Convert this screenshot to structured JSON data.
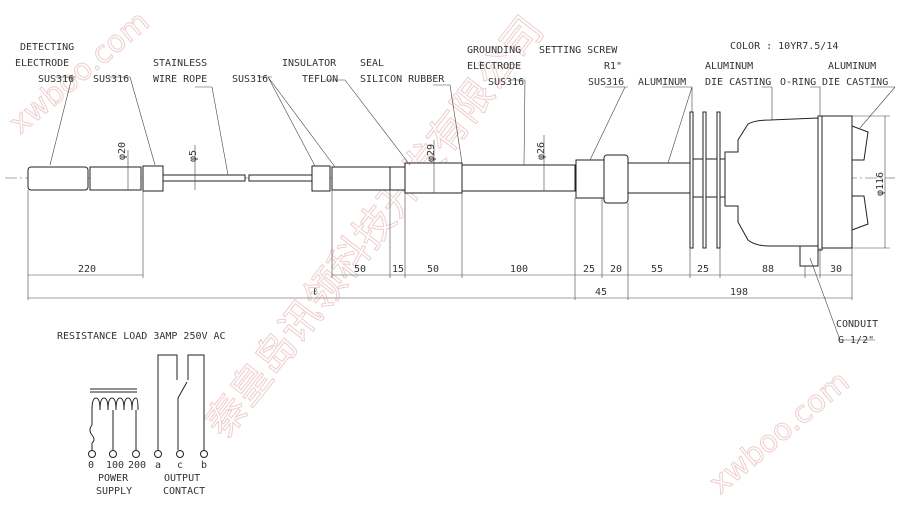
{
  "labels": {
    "detecting_electrode": [
      "DETECTING",
      "ELECTRODE",
      "SUS316"
    ],
    "sus316_a": "SUS316",
    "stainless_wire_rope": [
      "STAINLESS",
      "WIRE ROPE"
    ],
    "sus316_b": "SUS316",
    "insulator": [
      "INSULATOR",
      "TEFLON"
    ],
    "seal": [
      "SEAL",
      "SILICON RUBBER"
    ],
    "grounding_electrode": [
      "GROUNDING",
      "ELECTRODE",
      "SUS316"
    ],
    "setting_screw": [
      "SETTING SCREW",
      "R1\"",
      "SUS316"
    ],
    "aluminum": "ALUMINUM",
    "die_casting_1": [
      "ALUMINUM",
      "DIE CASTING"
    ],
    "o_ring": "O-RING",
    "die_casting_2": [
      "ALUMINUM",
      "DIE CASTING"
    ],
    "color": "COLOR : 10YR7.5/14",
    "conduit": [
      "CONDUIT",
      "G 1/2\""
    ]
  },
  "diameters": {
    "d20": "φ20",
    "d5": "φ5",
    "d29": "φ29",
    "d26": "φ26",
    "d116": "φ116"
  },
  "dimensions_row1": [
    "220",
    "50",
    "15",
    "50",
    "100",
    "25",
    "20",
    "55",
    "25",
    "88",
    "30"
  ],
  "dimensions_row2": [
    "ℓ",
    "45",
    "198"
  ],
  "wiring": {
    "title": "RESISTANCE LOAD 3AMP 250V AC",
    "power_terminals": [
      "0",
      "100",
      "200"
    ],
    "power_label": [
      "POWER",
      "SUPPLY"
    ],
    "output_terminals": [
      "a",
      "c",
      "b"
    ],
    "output_label": [
      "OUTPUT",
      "CONTACT"
    ]
  },
  "watermark": {
    "site": "xwboo.com",
    "company": "秦皇岛讯领科技开发有限公司"
  }
}
